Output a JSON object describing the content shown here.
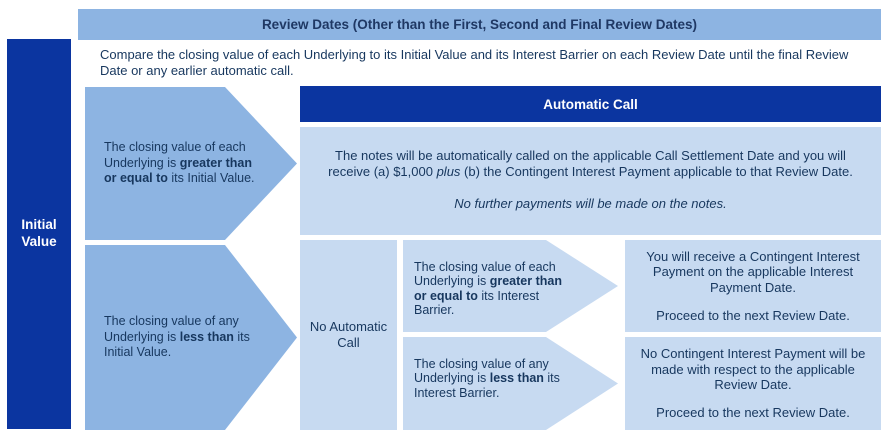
{
  "colors": {
    "dark_blue": "#0B35A0",
    "medium_blue": "#8DB4E2",
    "light_blue": "#C7DAF1",
    "title_text": "#1F3864",
    "body_text": "#17375E",
    "white_text": "#FFFFFF"
  },
  "header": {
    "title": "Review Dates (Other than the First, Second and Final Review Dates)"
  },
  "intro": {
    "text": "Compare the closing value of each Underlying to its Initial Value and its Interest Barrier on each Review Date until the final Review Date or any earlier automatic call."
  },
  "left_bar": {
    "label": "Initial Value"
  },
  "upper_branch": {
    "condition": {
      "pre": "The closing value of each Underlying is ",
      "bold": "greater than or equal to",
      "post": " its Initial Value."
    },
    "outcome": {
      "title": "Automatic Call",
      "body_pre": "The notes will be automatically called on the applicable Call Settlement Date and you will receive (a) $1,000 ",
      "body_italic": "plus",
      "body_post": " (b) the Contingent Interest Payment applicable to that Review Date.",
      "note": "No further payments will be made on the notes."
    }
  },
  "lower_branch": {
    "condition": {
      "pre": "The closing value of any Underlying is ",
      "bold": "less than",
      "post": " its Initial Value."
    },
    "no_automatic_call_label": "No Automatic Call",
    "sub_branches": [
      {
        "condition": {
          "pre": "The closing value of each Underlying is ",
          "bold": "greater than or equal to",
          "post": " its Interest Barrier."
        },
        "outcome_line1": "You will receive a Contingent Interest Payment on the applicable Interest Payment Date.",
        "outcome_line2": "Proceed to the next Review Date."
      },
      {
        "condition": {
          "pre": "The closing value of any Underlying is ",
          "bold": "less than",
          "post": " its Interest Barrier."
        },
        "outcome_line1": "No Contingent Interest Payment will be made with respect to the applicable Review Date.",
        "outcome_line2": "Proceed to the next Review Date."
      }
    ]
  }
}
